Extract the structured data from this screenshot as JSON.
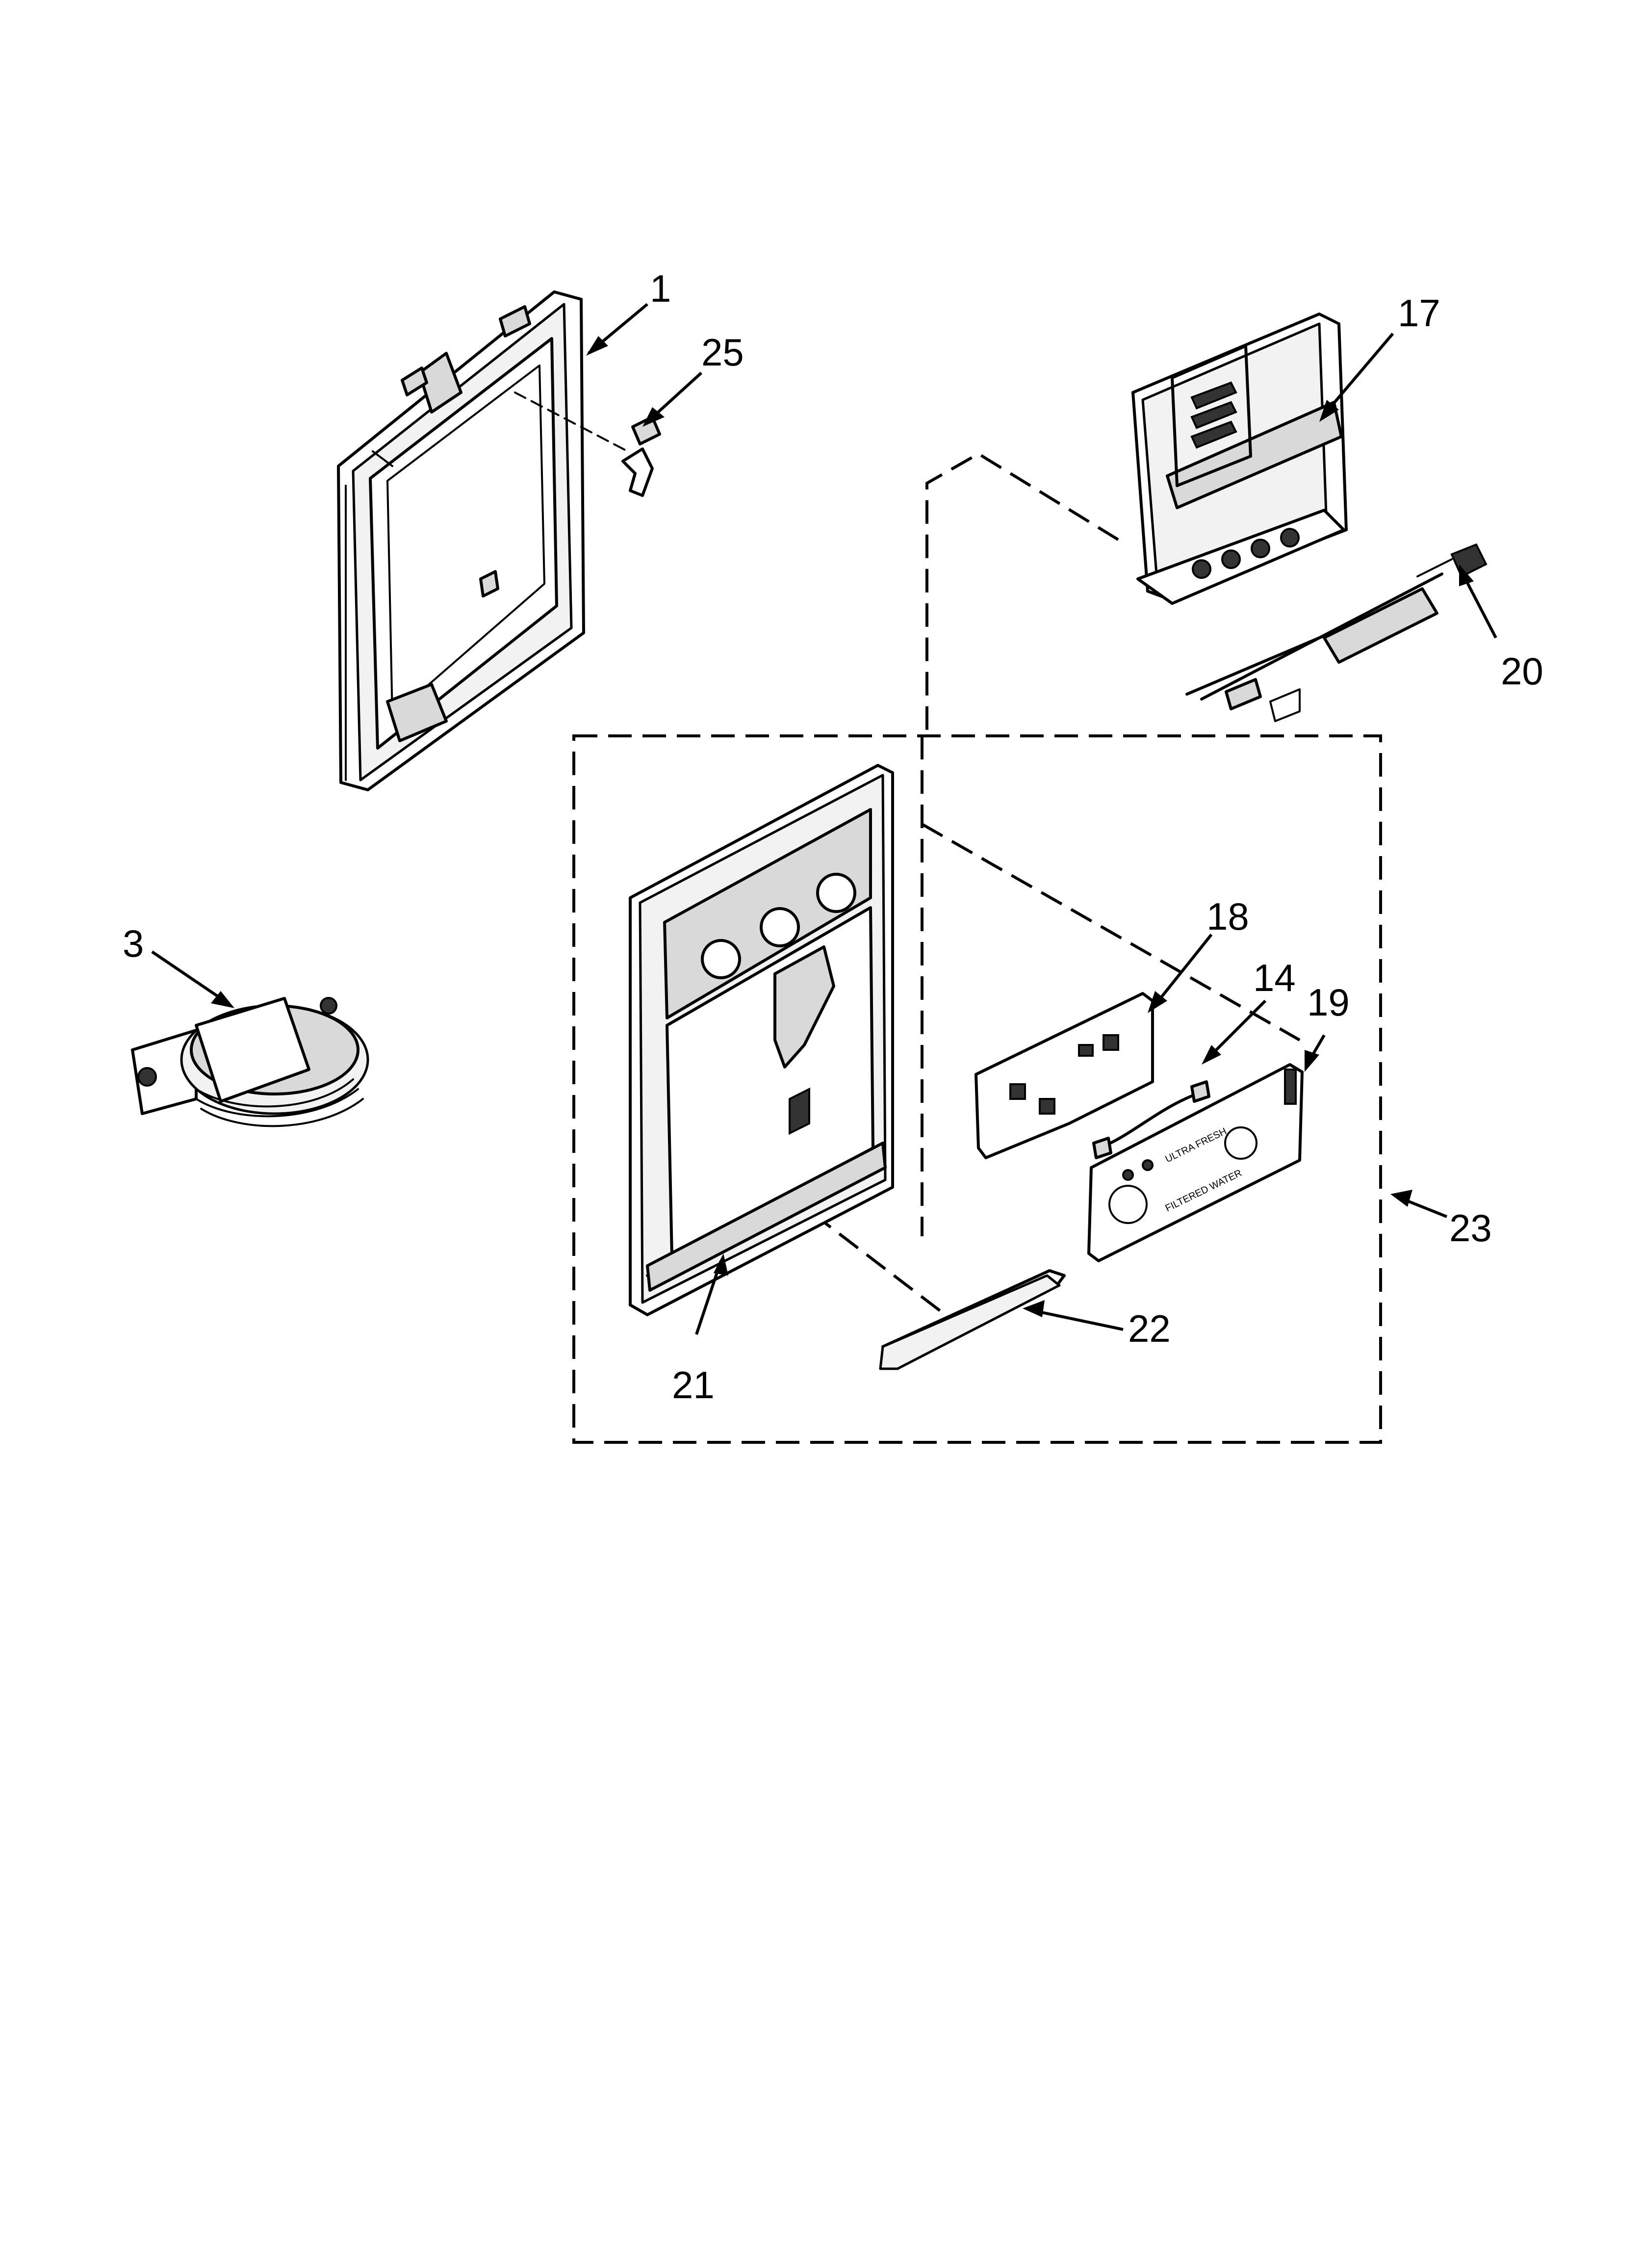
{
  "callouts": [
    {
      "id": "1",
      "label": "1"
    },
    {
      "id": "25",
      "label": "25"
    },
    {
      "id": "17",
      "label": "17"
    },
    {
      "id": "20",
      "label": "20"
    },
    {
      "id": "3",
      "label": "3"
    },
    {
      "id": "18",
      "label": "18"
    },
    {
      "id": "14",
      "label": "14"
    },
    {
      "id": "19",
      "label": "19"
    },
    {
      "id": "23",
      "label": "23"
    },
    {
      "id": "22",
      "label": "22"
    },
    {
      "id": "21",
      "label": "21"
    }
  ],
  "panel_text": {
    "ultra_fresh": "ULTRA FRESH",
    "filtered_water": "FILTERED WATER"
  }
}
